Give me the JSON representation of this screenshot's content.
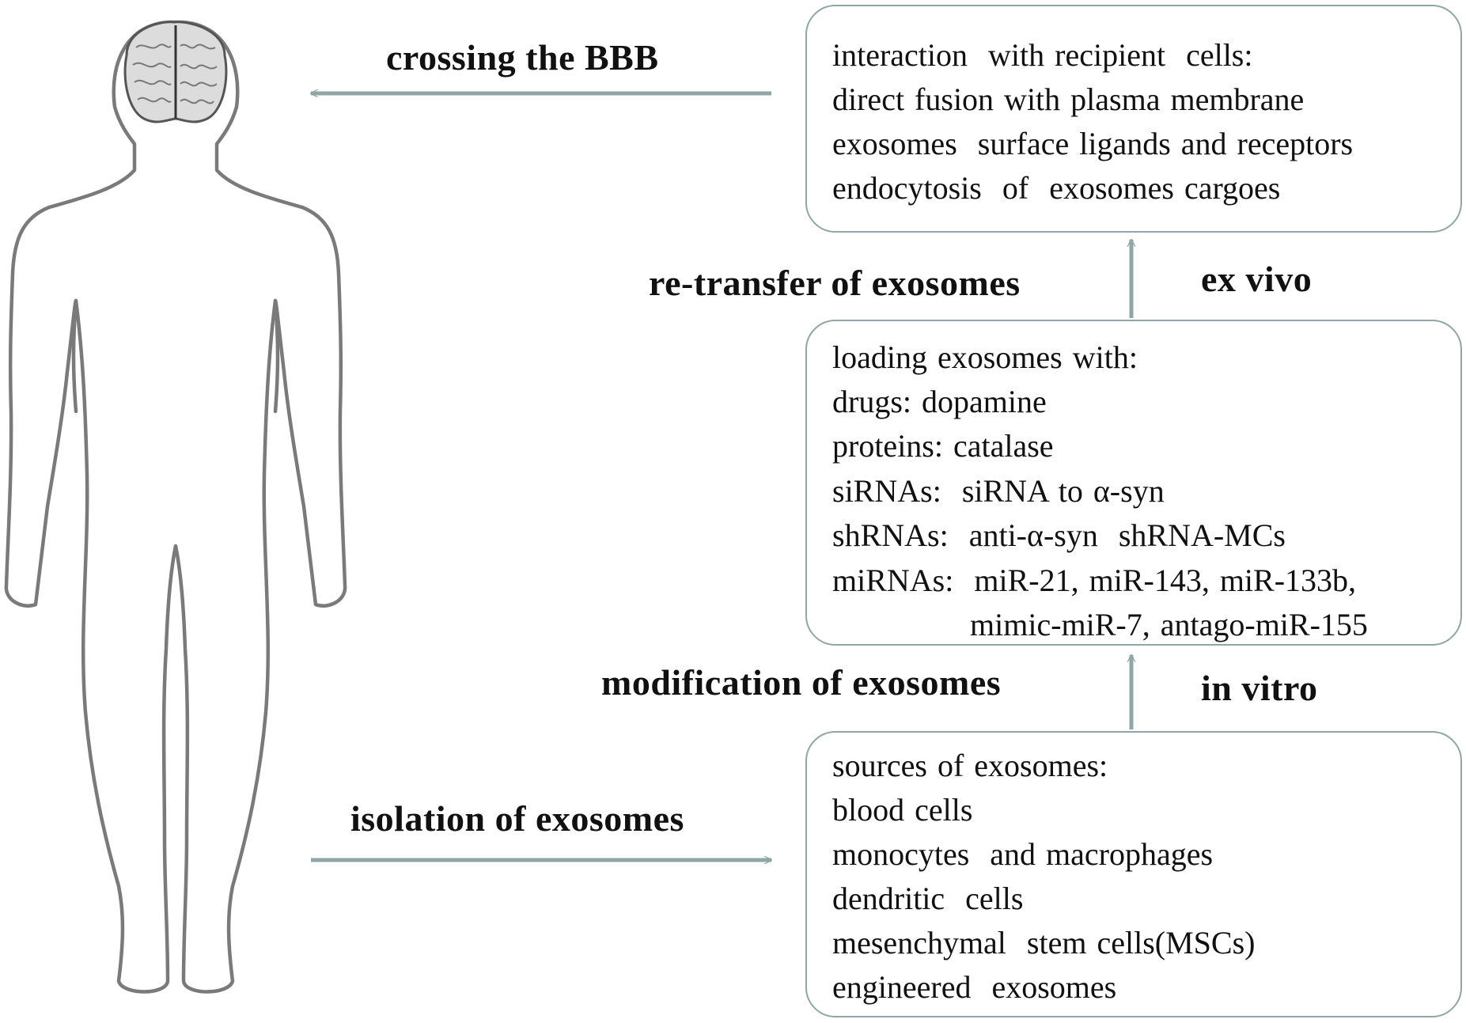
{
  "colors": {
    "arrow": "#8fa6a6",
    "box_border": "#8fa6a6",
    "body_outline": "#7a7a7a",
    "brain_fill": "#dcdcdc",
    "brain_outline": "#555555",
    "text": "#111111"
  },
  "figure": {
    "name": "human-body-silhouette",
    "brain_icon": "brain-icon"
  },
  "arrows": {
    "crossing_bbb": "crossing the BBB",
    "isolation": "isolation of exosomes",
    "modification": "modification of exosomes",
    "in_vitro": "in vitro",
    "re_transfer": "re-transfer of exosomes",
    "ex_vivo": "ex vivo"
  },
  "boxes": {
    "interaction": {
      "lines": [
        "interaction  with recipient  cells:",
        "direct fusion with plasma membrane",
        "exosomes  surface ligands and receptors",
        "endocytosis  of  exosomes cargoes"
      ]
    },
    "loading": {
      "lines": [
        "loading exosomes with:",
        "drugs: dopamine",
        "proteins: catalase",
        "siRNAs:  siRNA to α-syn",
        "shRNAs:  anti-α-syn  shRNA-MCs",
        "miRNAs:  miR-21, miR-143, miR-133b,",
        "mimic-miR-7, antago-miR-155"
      ]
    },
    "sources": {
      "lines": [
        "sources of exosomes:",
        "blood cells",
        "monocytes  and macrophages",
        "dendritic  cells",
        "mesenchymal  stem cells(MSCs)",
        "engineered  exosomes"
      ]
    }
  }
}
